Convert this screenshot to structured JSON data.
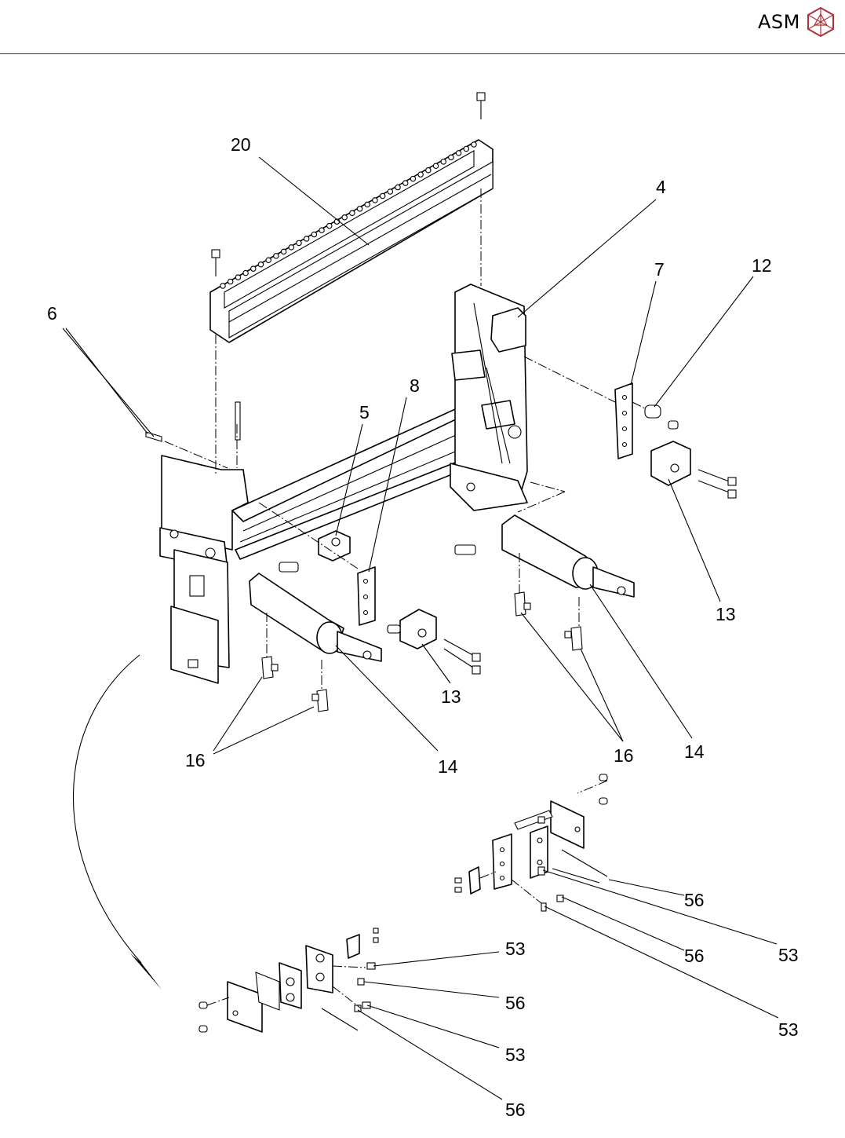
{
  "header": {
    "brand": "ASM",
    "logo_icon": "asm-cube-logo-icon"
  },
  "callouts": {
    "c20": "20",
    "c4": "4",
    "c7": "7",
    "c12": "12",
    "c6": "6",
    "c8": "8",
    "c5": "5",
    "c13a": "13",
    "c13b": "13",
    "c14a": "14",
    "c14b": "14",
    "c16a": "16",
    "c16b": "16",
    "c56a": "56",
    "c53a": "53",
    "c56b": "56",
    "c53b": "53",
    "c53c": "53",
    "c56c": "56",
    "c53d": "53",
    "c56d": "56"
  },
  "colors": {
    "line": "#000000",
    "background": "#ffffff"
  }
}
